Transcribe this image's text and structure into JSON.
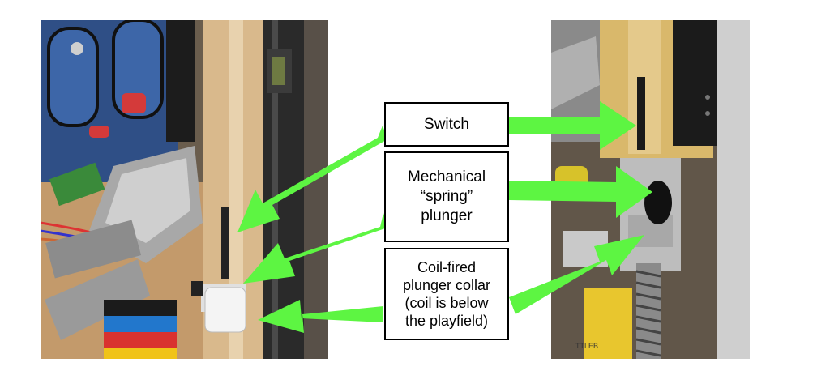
{
  "labels": {
    "switch": "Switch",
    "mechanical_plunger": "Mechanical\n“spring”\nplunger",
    "coil_collar": "Coil-fired\nplunger collar\n(coil is below\nthe playfield)"
  },
  "colors": {
    "arrow": "#5df542",
    "label_border": "#000000",
    "background": "#ffffff"
  }
}
